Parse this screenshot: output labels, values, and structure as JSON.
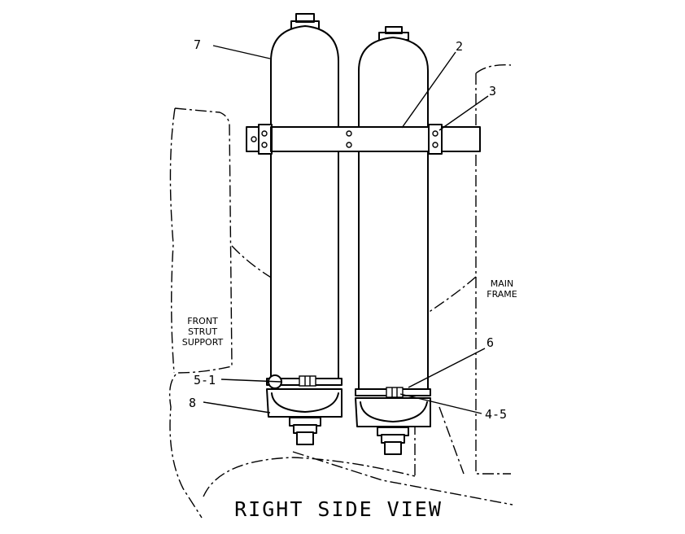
{
  "title": "RIGHT SIDE VIEW",
  "callouts": {
    "c7": "7",
    "c2": "2",
    "c3": "3",
    "c6": "6",
    "c51": "5-1",
    "c8": "8",
    "c45": "4-5"
  },
  "notes": {
    "main_frame_1": "MAIN",
    "main_frame_2": "FRAME",
    "front_strut_1": "FRONT",
    "front_strut_2": "STRUT",
    "front_strut_3": "SUPPORT"
  }
}
